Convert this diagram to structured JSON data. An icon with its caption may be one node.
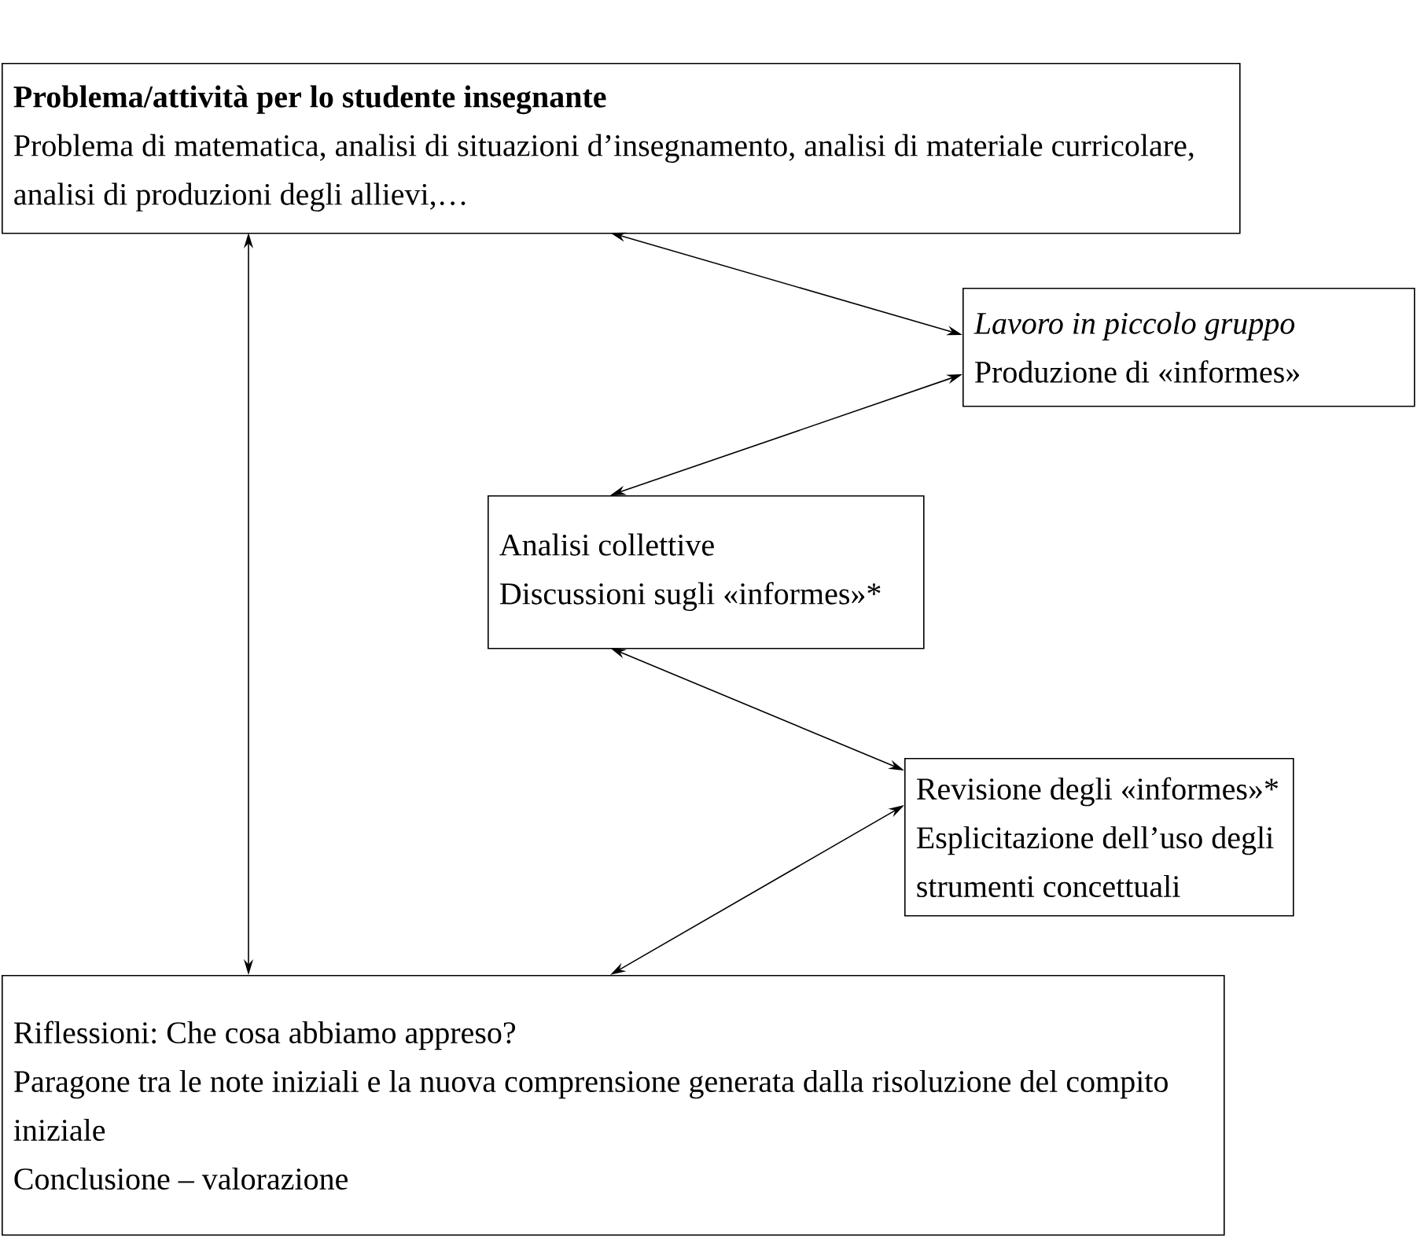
{
  "diagram": {
    "nodes": [
      {
        "text": [
          "Problema/attività per lo studente insegnante",
          "Problema di matematica, analisi di situazioni d’insegnamento, analisi di materiale curricolare, analisi di produzioni degli allievi,…"
        ]
      },
      {
        "text": [
          "Lavoro in piccolo gruppo",
          "Produzione di «informes»"
        ]
      },
      {
        "text": [
          "Analisi collettive",
          "Discussioni sugli «informes»*"
        ]
      },
      {
        "text": [
          "Revisione degli «informes»*",
          "Esplicitazione dell’uso degli strumenti concettuali"
        ]
      },
      {
        "text": [
          "Riflessioni: Che cosa abbiamo appreso?",
          "Paragone tra le note iniziali e la nuova comprensione generata dalla risoluzione del compito iniziale",
          "Conclusione – valorazione"
        ]
      }
    ],
    "edges": [
      {
        "from": 0,
        "to": 1,
        "arrow": "both"
      },
      {
        "from": 1,
        "to": 2,
        "arrow": "both"
      },
      {
        "from": 2,
        "to": 3,
        "arrow": "both"
      },
      {
        "from": 3,
        "to": 4,
        "arrow": "both"
      },
      {
        "from": 0,
        "to": 4,
        "arrow": "both"
      }
    ]
  }
}
